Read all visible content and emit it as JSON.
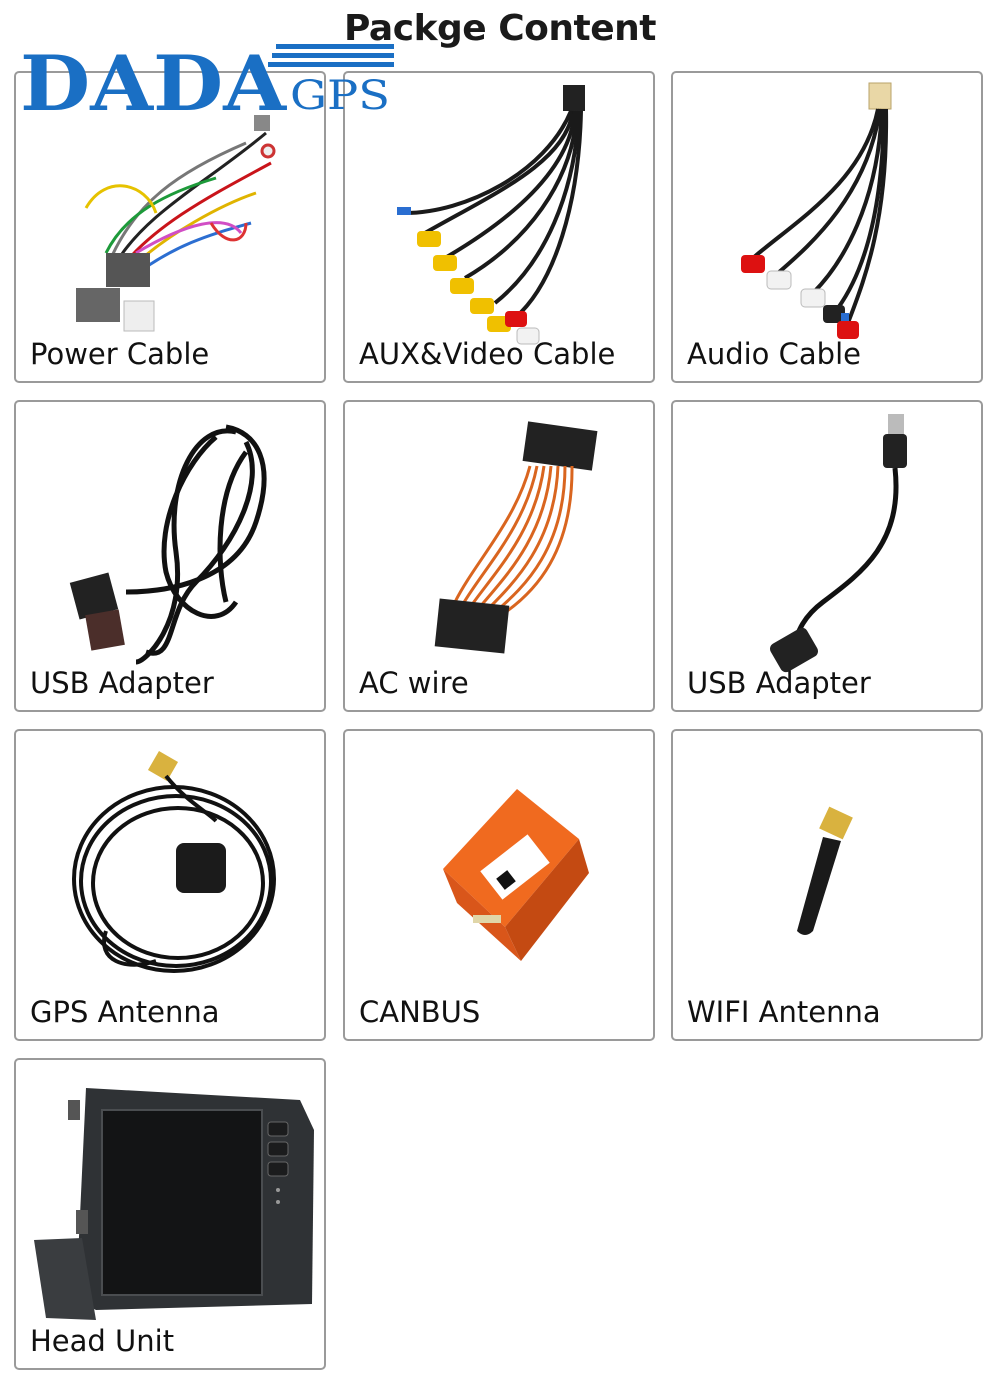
{
  "page": {
    "title": "Packge Content"
  },
  "logo": {
    "main": "DADA",
    "sub": "GPS",
    "color": "#1a6fc4"
  },
  "items": [
    {
      "label": "Power Cable",
      "icon": "power-cable-harness"
    },
    {
      "label": "AUX&Video Cable",
      "icon": "rca-video-cable"
    },
    {
      "label": "Audio Cable",
      "icon": "rca-audio-cable"
    },
    {
      "label": "USB Adapter",
      "icon": "usb-adapter-cable"
    },
    {
      "label": "AC wire",
      "icon": "ac-wire-harness"
    },
    {
      "label": "USB Adapter",
      "icon": "usb-extension-cable"
    },
    {
      "label": "GPS Antenna",
      "icon": "gps-antenna"
    },
    {
      "label": "CANBUS",
      "icon": "canbus-decoder-box"
    },
    {
      "label": "WIFI Antenna",
      "icon": "wifi-antenna"
    },
    {
      "label": "Head Unit",
      "icon": "head-unit"
    }
  ]
}
